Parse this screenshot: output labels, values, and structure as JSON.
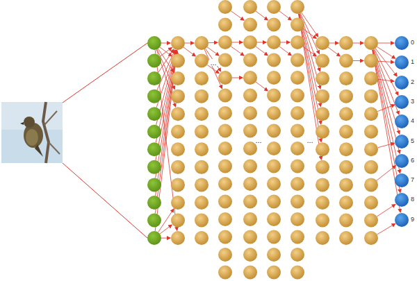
{
  "diagram": {
    "nodes": [
      {
        "text": [
          "0"
        ]
      },
      {
        "text": [
          "1"
        ]
      },
      {
        "text": [
          "2"
        ]
      },
      {
        "text": [
          "3"
        ]
      },
      {
        "text": [
          "4"
        ]
      },
      {
        "text": [
          "5"
        ]
      },
      {
        "text": [
          "6"
        ]
      },
      {
        "text": [
          "7"
        ]
      },
      {
        "text": [
          "8"
        ]
      },
      {
        "text": [
          "9"
        ]
      }
    ],
    "labels": [
      "...",
      "...",
      "..."
    ]
  }
}
